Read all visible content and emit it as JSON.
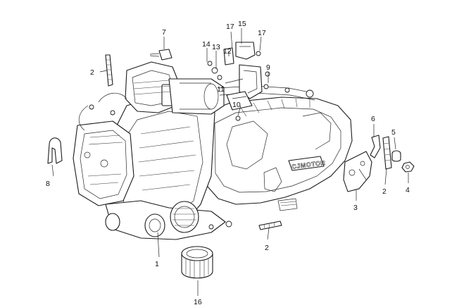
{
  "diagram": {
    "brand_mark": "CJMOTOR",
    "callouts": [
      {
        "id": "c1",
        "label": "1"
      },
      {
        "id": "c2a",
        "label": "2"
      },
      {
        "id": "c2b",
        "label": "2"
      },
      {
        "id": "c2c",
        "label": "2"
      },
      {
        "id": "c3",
        "label": "3"
      },
      {
        "id": "c4",
        "label": "4"
      },
      {
        "id": "c5",
        "label": "5"
      },
      {
        "id": "c6",
        "label": "6"
      },
      {
        "id": "c7",
        "label": "7"
      },
      {
        "id": "c8",
        "label": "8"
      },
      {
        "id": "c9",
        "label": "9"
      },
      {
        "id": "c10",
        "label": "10"
      },
      {
        "id": "c11",
        "label": "11"
      },
      {
        "id": "c12",
        "label": "12"
      },
      {
        "id": "c13",
        "label": "13"
      },
      {
        "id": "c14",
        "label": "14"
      },
      {
        "id": "c15",
        "label": "15"
      },
      {
        "id": "c16",
        "label": "16"
      },
      {
        "id": "c17a",
        "label": "17"
      },
      {
        "id": "c17b",
        "label": "17"
      }
    ]
  }
}
